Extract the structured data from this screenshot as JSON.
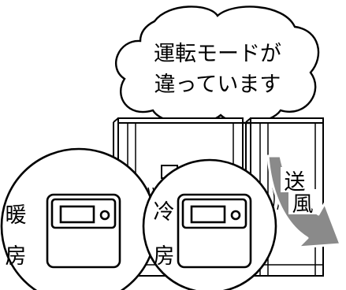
{
  "speech_bubble": {
    "line1": "運転モードが",
    "line2": "違っています"
  },
  "remote_left": {
    "mode_char1": "暖",
    "mode_char2": "房"
  },
  "remote_right": {
    "mode_char1": "冷",
    "mode_char2": "房"
  },
  "air_flow": {
    "char1": "送",
    "char2": "風",
    "arrow_color": "#8a8a8a"
  },
  "colors": {
    "line": "#000000",
    "background": "#ffffff",
    "flow_gray": "#8a8a8a"
  }
}
